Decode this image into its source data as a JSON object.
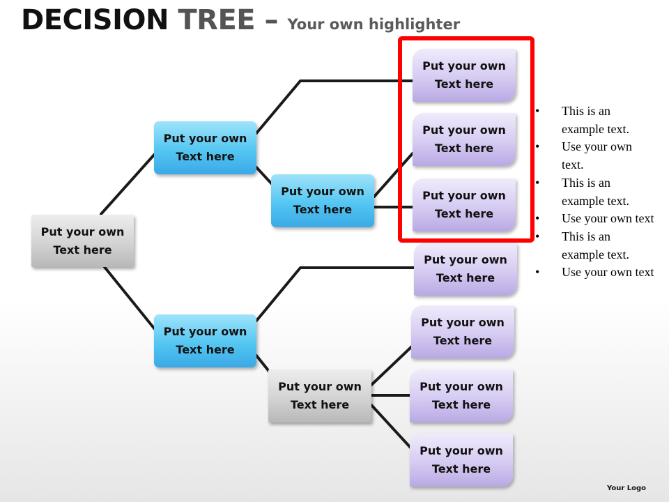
{
  "title": {
    "word1": "DECISION",
    "word2": "TREE",
    "dash": "–",
    "subtitle": "Your own highlighter"
  },
  "nodes": {
    "root": "Put your own\nText here",
    "branch_top": "Put your own\nText here",
    "branch_bottom": "Put your own\nText here",
    "sub_top": "Put your own\nText here",
    "sub_bottom": "Put your own\nText here",
    "leaf_1": "Put your own\nText here",
    "leaf_2": "Put your own\nText here",
    "leaf_3": "Put your own\nText here",
    "leaf_4": "Put your own\nText here",
    "leaf_5": "Put your own\nText here",
    "leaf_6": "Put your own\nText here",
    "leaf_7": "Put your own\nText here"
  },
  "bullets": [
    "This is an example text.",
    "Use your own text.",
    "This is an example text.",
    "Use your own text",
    "This is an example text.",
    "Use your own text"
  ],
  "logo": "Your Logo",
  "colors": {
    "highlighter": "#ff0000",
    "connector": "#1a1a1a",
    "gray_node": "#d3d3d3",
    "blue_node": "#54c6f2",
    "purple_node": "#d6cbf2"
  }
}
